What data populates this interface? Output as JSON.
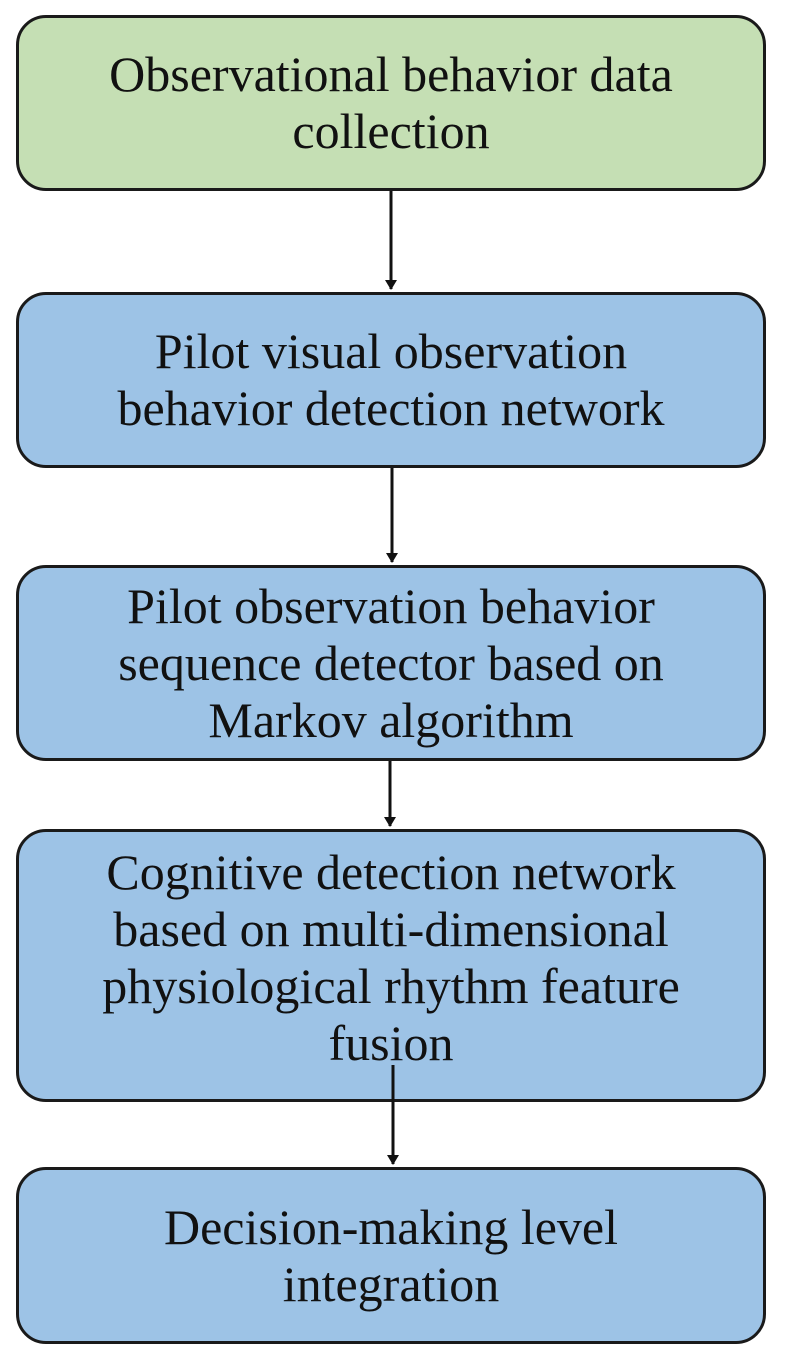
{
  "diagram": {
    "nodes": [
      {
        "id": "n1",
        "label": "Observational behavior data collection",
        "fill": "#c5dfb4"
      },
      {
        "id": "n2",
        "label": "Pilot visual observation behavior detection network",
        "fill": "#9dc3e6"
      },
      {
        "id": "n3",
        "label": "Pilot observation behavior sequence detector based on Markov algorithm",
        "fill": "#9dc3e6"
      },
      {
        "id": "n4",
        "label": "Cognitive detection network based on multi-dimensional physiological rhythm feature fusion",
        "fill": "#9dc3e6"
      },
      {
        "id": "n5",
        "label": "Decision-making level integration",
        "fill": "#9dc3e6"
      }
    ],
    "edges": [
      {
        "from": "n1",
        "to": "n2"
      },
      {
        "from": "n2",
        "to": "n3"
      },
      {
        "from": "n3",
        "to": "n4"
      },
      {
        "from": "n4",
        "to": "n5"
      }
    ],
    "border_color": "#1a1a1a"
  }
}
